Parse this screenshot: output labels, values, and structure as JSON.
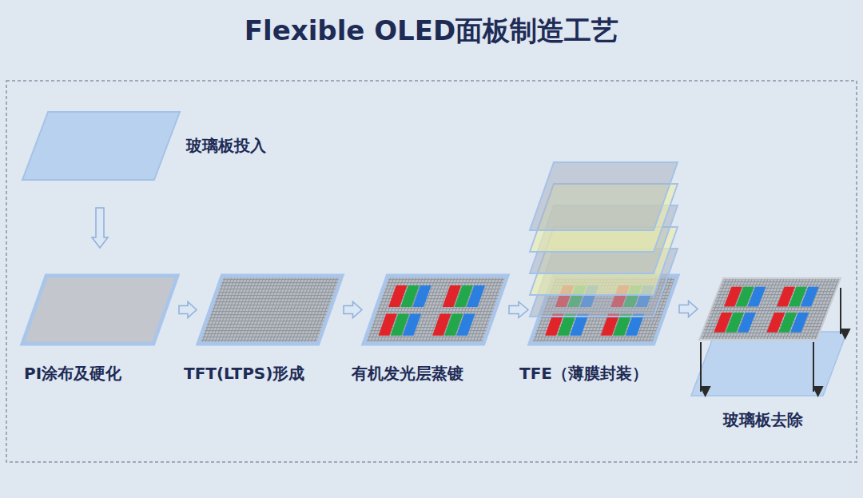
{
  "diagram": {
    "title": "Flexible OLED面板制造工艺",
    "nodes": [
      {
        "text": [
          "玻璃板投入"
        ]
      },
      {
        "text": [
          "PI涂布及硬化"
        ]
      },
      {
        "text": [
          "TFT(LTPS)形成"
        ]
      },
      {
        "text": [
          "有机发光层蒸镀"
        ]
      },
      {
        "text": [
          "TFE（薄膜封装）"
        ]
      },
      {
        "text": [
          "玻璃板去除"
        ]
      }
    ],
    "edges": [
      {
        "from": 0,
        "to": 1,
        "arrow": "to"
      },
      {
        "from": 1,
        "to": 2,
        "arrow": "to"
      },
      {
        "from": 2,
        "to": 3,
        "arrow": "to"
      },
      {
        "from": 3,
        "to": 4,
        "arrow": "to"
      },
      {
        "from": 4,
        "to": 5,
        "arrow": "to"
      }
    ]
  }
}
